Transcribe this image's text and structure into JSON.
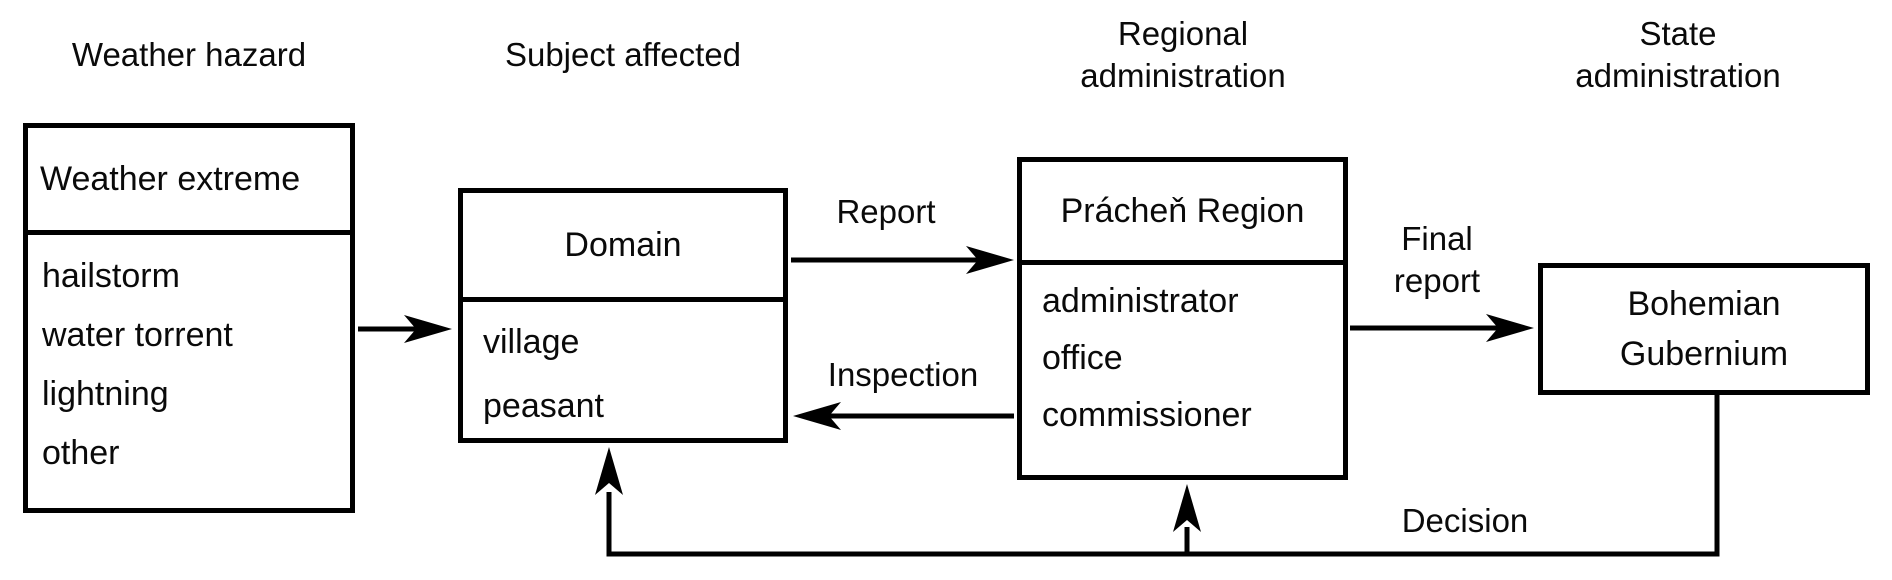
{
  "headers": {
    "col1": "Weather hazard",
    "col2": "Subject affected",
    "col3": "Regional administration",
    "col4": "State administration"
  },
  "boxes": {
    "weather": {
      "title": "Weather extreme",
      "items": [
        "hailstorm",
        "water torrent",
        "lightning",
        "other"
      ]
    },
    "subject": {
      "title": "Domain",
      "items": [
        "village",
        "peasant"
      ]
    },
    "regional": {
      "title": "Prácheň Region",
      "items": [
        "administrator",
        "office",
        "commissioner"
      ]
    },
    "state": {
      "title": "Bohemian Gubernium"
    }
  },
  "arrows": {
    "report": "Report",
    "inspection": "Inspection",
    "final_report": "Final report",
    "decision": "Decision"
  },
  "colors": {
    "ink": "#000000",
    "background": "#ffffff"
  }
}
